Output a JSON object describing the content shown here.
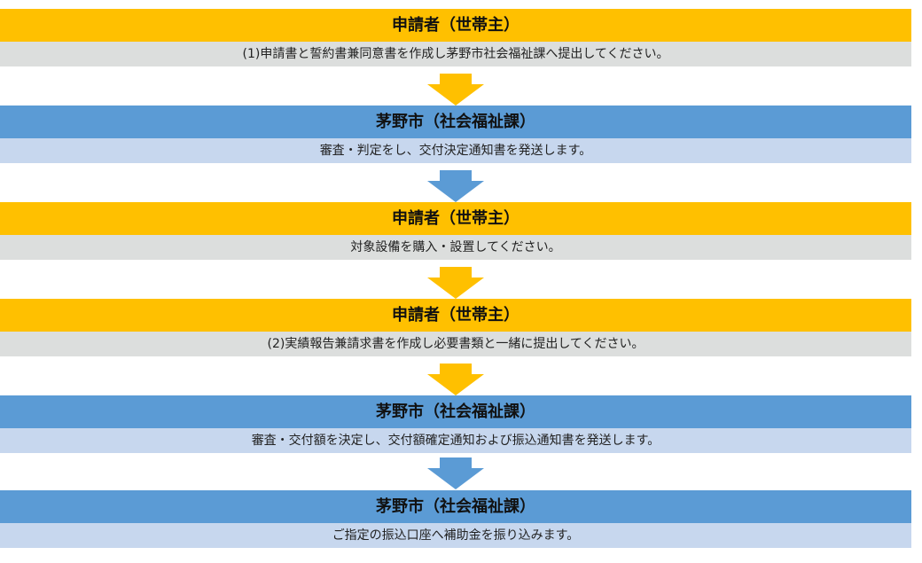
{
  "colors": {
    "applicant_header": "#ffc000",
    "applicant_desc": "#dcdedd",
    "city_header": "#5b9bd5",
    "city_desc": "#c7d7ee"
  },
  "steps": [
    {
      "title": "申請者（世帯主）",
      "desc": "(1)申請書と誓約書兼同意書を作成し茅野市社会福祉課へ提出してください。"
    },
    {
      "title": "茅野市（社会福祉課）",
      "desc": "審査・判定をし、交付決定通知書を発送します。"
    },
    {
      "title": "申請者（世帯主）",
      "desc": "対象設備を購入・設置してください。"
    },
    {
      "title": "申請者（世帯主）",
      "desc": "(2)実績報告兼請求書を作成し必要書類と一緒に提出してください。"
    },
    {
      "title": "茅野市（社会福祉課）",
      "desc": "審査・交付額を決定し、交付額確定通知および振込通知書を発送します。"
    },
    {
      "title": "茅野市（社会福祉課）",
      "desc": "ご指定の振込口座へ補助金を振り込みます。"
    }
  ]
}
